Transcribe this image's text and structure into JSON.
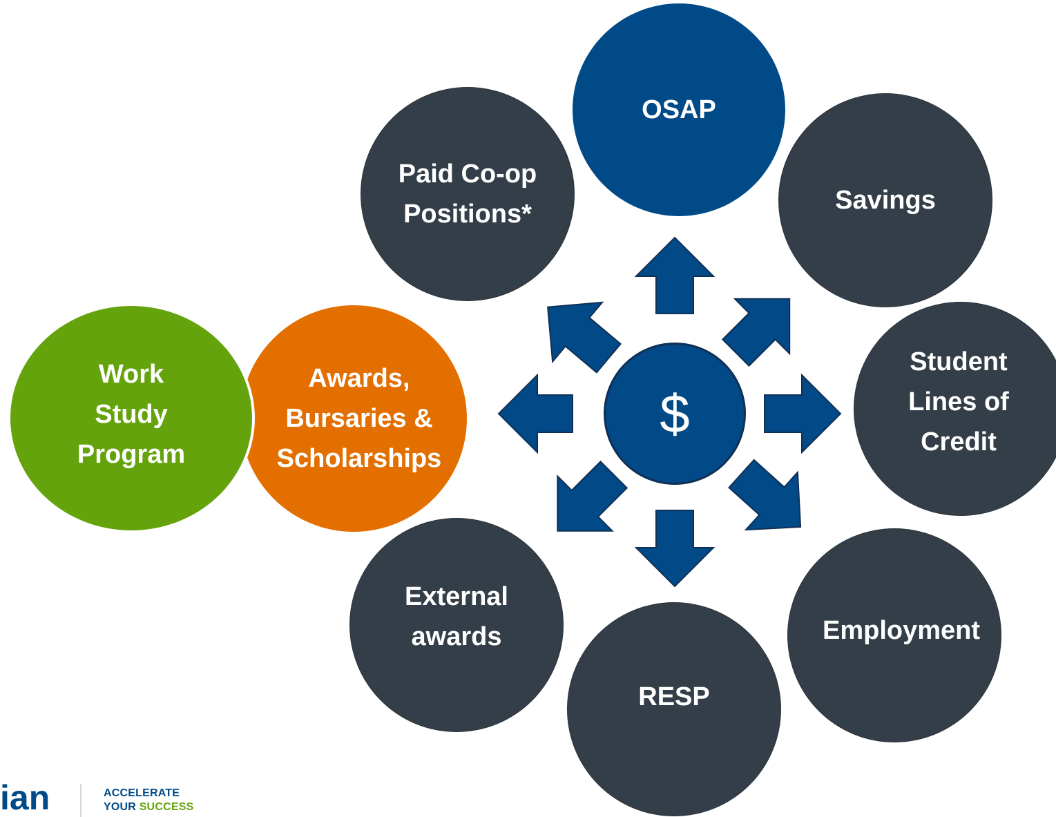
{
  "nodes": {
    "osap": "OSAP",
    "paid_coop": "Paid Co-op\nPositions*",
    "savings": "Savings",
    "work_study": "Work\nStudy\nProgram",
    "awards": "Awards,\nBursaries  &\nScholarships",
    "lines_of_credit": "Student\nLines of\nCredit",
    "external_awards": "External\nawards",
    "employment": "Employment",
    "resp": "RESP"
  },
  "center_symbol": "$",
  "branding": {
    "logo_text": "ian",
    "tagline_line1": "ACCELERATE",
    "tagline_line2_a": "YOUR",
    "tagline_line2_b": "SUCCESS"
  },
  "colors": {
    "dark_node": "#333e48",
    "osap_node": "#004a87",
    "green_node": "#65a30d",
    "orange_node": "#e36f00",
    "arrow_fill": "#014a87",
    "arrow_stroke": "#0f2f55"
  }
}
